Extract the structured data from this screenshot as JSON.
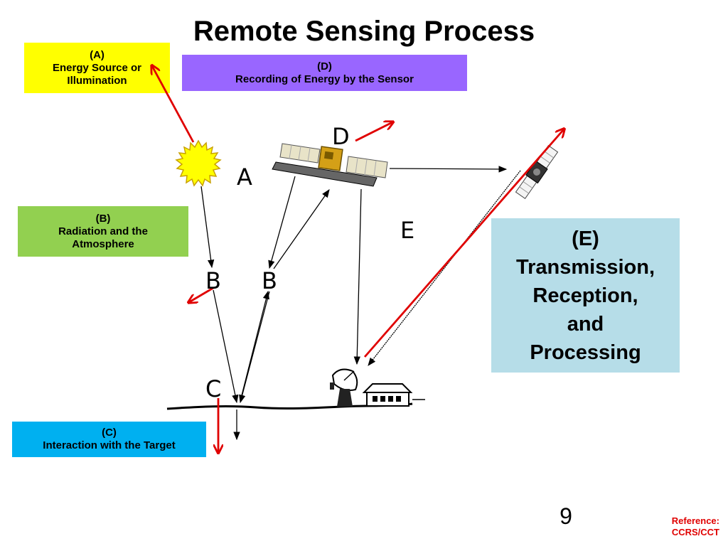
{
  "title": "Remote Sensing Process",
  "boxes": {
    "a": {
      "letter": "(A)",
      "line1": "Energy Source or",
      "line2": "Illumination",
      "color": "#ffff00"
    },
    "d": {
      "letter": "(D)",
      "line1": "Recording of Energy by the Sensor",
      "color": "#9966ff"
    },
    "b": {
      "letter": "(B)",
      "line1": "Radiation and the",
      "line2": "Atmosphere",
      "color": "#92d050"
    },
    "c": {
      "letter": "(C)",
      "line1": "Interaction with the Target",
      "color": "#00b0f0"
    },
    "e": {
      "letter": "(E)",
      "line1": "Transmission,",
      "line2": "Reception,",
      "line3": "and",
      "line4": "Processing",
      "color": "#b6dde8"
    }
  },
  "diagram_labels": {
    "a": "A",
    "b1": "B",
    "b2": "B",
    "c": "C",
    "d": "D",
    "e": "E"
  },
  "arrow_color": "#e00000",
  "icons": [
    "sun-icon",
    "satellite-icon",
    "relay-satellite-icon",
    "dish-antenna-icon",
    "ground-station-icon"
  ],
  "page_number": "9",
  "reference": {
    "line1": "Reference:",
    "line2": "CCRS/CCT"
  }
}
